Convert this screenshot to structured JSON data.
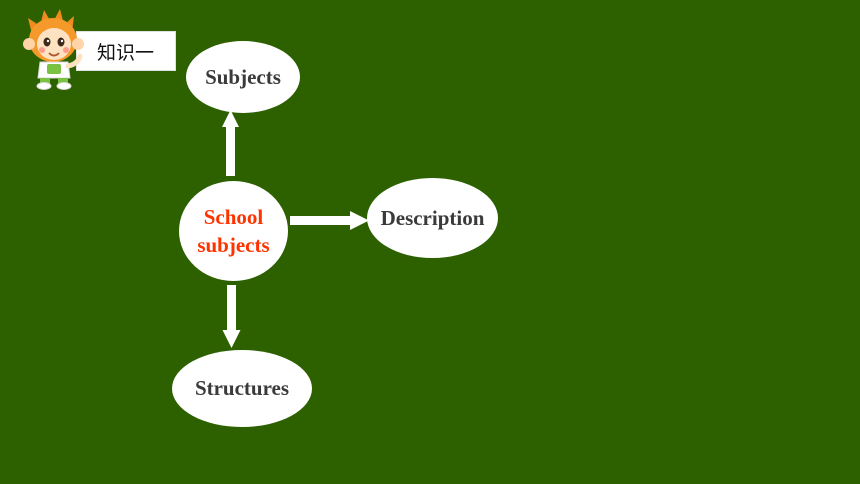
{
  "badge": {
    "text": "知识一"
  },
  "diagram": {
    "center": {
      "line1": "School",
      "line2": "subjects"
    },
    "top": "Subjects",
    "right": "Description",
    "bottom": "Structures"
  },
  "colors": {
    "background": "#2d6100",
    "center_text": "#ff3300",
    "node_text": "#3a3a3a",
    "node_fill": "#ffffff",
    "arrow": "#ffffff"
  }
}
